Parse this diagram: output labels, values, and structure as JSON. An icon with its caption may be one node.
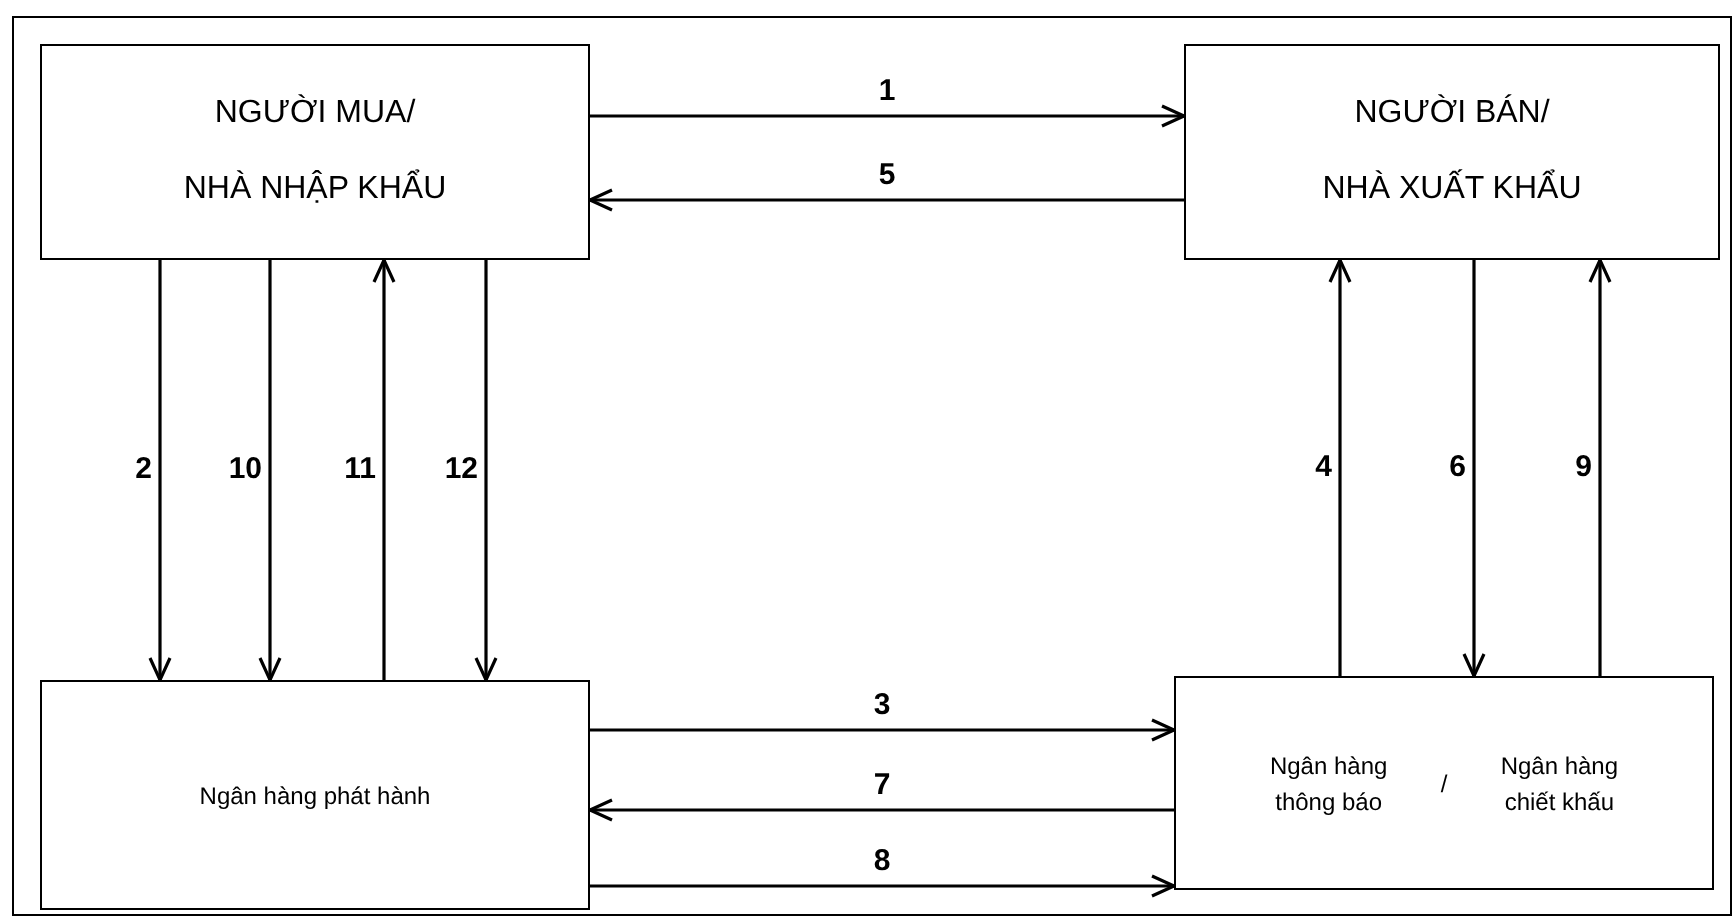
{
  "diagram": {
    "nodes": [
      {
        "text": [
          "NGƯỜI MUA/",
          "NHÀ NHẬP KHẨU"
        ]
      },
      {
        "text": [
          "NGƯỜI BÁN/",
          "NHÀ XUẤT KHẨU"
        ]
      },
      {
        "text": [
          "Ngân hàng phát hành"
        ]
      },
      {
        "text": [
          "Ngân hàng thông báo",
          "/",
          "Ngân hàng chiết khấu"
        ]
      }
    ],
    "edges": [
      {
        "from": 0,
        "to": 1,
        "arrow": "to",
        "label": "1"
      },
      {
        "from": 0,
        "to": 2,
        "arrow": "to",
        "label": "2"
      },
      {
        "from": 2,
        "to": 3,
        "arrow": "to",
        "label": "3"
      },
      {
        "from": 3,
        "to": 1,
        "arrow": "to",
        "label": "4"
      },
      {
        "from": 1,
        "to": 0,
        "arrow": "to",
        "label": "5"
      },
      {
        "from": 1,
        "to": 3,
        "arrow": "to",
        "label": "6"
      },
      {
        "from": 3,
        "to": 2,
        "arrow": "to",
        "label": "7"
      },
      {
        "from": 2,
        "to": 3,
        "arrow": "to",
        "label": "8"
      },
      {
        "from": 3,
        "to": 1,
        "arrow": "to",
        "label": "9"
      },
      {
        "from": 0,
        "to": 2,
        "arrow": "to",
        "label": "10"
      },
      {
        "from": 2,
        "to": 0,
        "arrow": "to",
        "label": "11"
      },
      {
        "from": 0,
        "to": 2,
        "arrow": "to",
        "label": "12"
      }
    ]
  }
}
